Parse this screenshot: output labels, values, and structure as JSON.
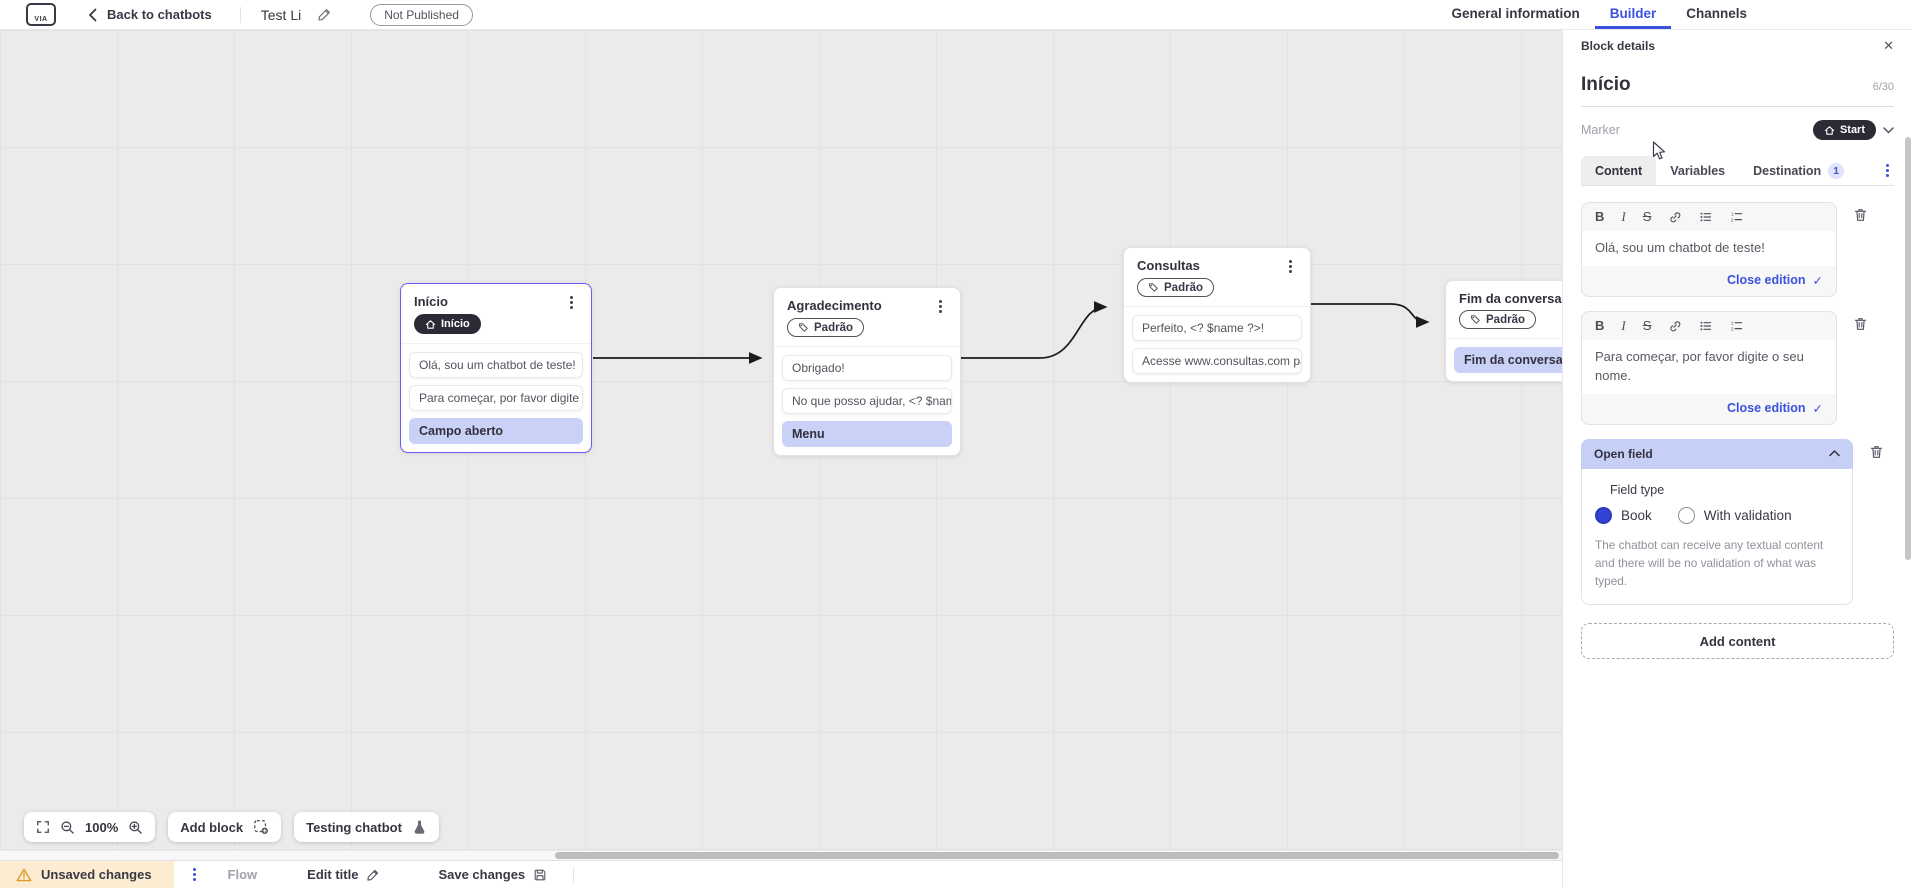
{
  "topbar": {
    "logo_text": "VIA",
    "back_label": "Back to chatbots",
    "chatbot_title": "Test Li",
    "status_badge": "Not Published",
    "nav_tabs": [
      {
        "label": "General information",
        "active": false
      },
      {
        "label": "Builder",
        "active": true
      },
      {
        "label": "Channels",
        "active": false
      }
    ]
  },
  "canvas": {
    "zoom_level": "100%",
    "add_block_label": "Add block",
    "testing_chatbot_label": "Testing chatbot",
    "blocks": [
      {
        "title": "Início",
        "badge": "Início",
        "badge_type": "start",
        "selected": true,
        "messages": [
          "Olá, sou um chatbot de teste!",
          "Para começar, por favor digite o ..."
        ],
        "action": "Campo aberto"
      },
      {
        "title": "Agradecimento",
        "badge": "Padrão",
        "messages": [
          "Obrigado!",
          "No que posso ajudar, <? $name ..."
        ],
        "action": "Menu"
      },
      {
        "title": "Consultas",
        "badge": "Padrão",
        "messages": [
          "Perfeito, <? $name ?>!",
          "Acesse www.consultas.com par..."
        ]
      },
      {
        "title": "Fim da conversa",
        "badge": "Padrão",
        "action": "Fim da conversa"
      }
    ]
  },
  "panel": {
    "header": "Block details",
    "block_name": "Início",
    "name_counter": "6/30",
    "marker_label": "Marker",
    "marker_value": "Start",
    "tabs": [
      {
        "label": "Content",
        "active": true
      },
      {
        "label": "Variables",
        "active": false
      },
      {
        "label": "Destination",
        "active": false,
        "badge": "1"
      }
    ],
    "toolbar": {
      "bold": "B",
      "italic": "I",
      "strike": "S"
    },
    "editors": [
      {
        "text": "Olá, sou um chatbot de teste!",
        "close_label": "Close edition"
      },
      {
        "text": "Para começar, por favor digite o seu nome.",
        "close_label": "Close edition"
      }
    ],
    "open_field": {
      "title": "Open field",
      "field_type_label": "Field type",
      "options": [
        {
          "label": "Book",
          "selected": true
        },
        {
          "label": "With validation",
          "selected": false
        }
      ],
      "helper_text": "The chatbot can receive any textual content and there will be no validation of what was typed."
    },
    "add_content_label": "Add content"
  },
  "bottombar": {
    "unsaved_label": "Unsaved changes",
    "flow_label": "Flow",
    "edit_title_label": "Edit title",
    "save_label": "Save changes"
  },
  "colors": {
    "accent": "#3c50e0",
    "lavender_row": "#c9d2f6",
    "open_field_header": "#c6cff5",
    "dark_pill": "#2c2a35",
    "selected_node_border": "#6a5cf5",
    "warning_bg": "#fbecd2",
    "warning_icon": "#d99a26",
    "canvas_bg": "#ebebeb"
  }
}
